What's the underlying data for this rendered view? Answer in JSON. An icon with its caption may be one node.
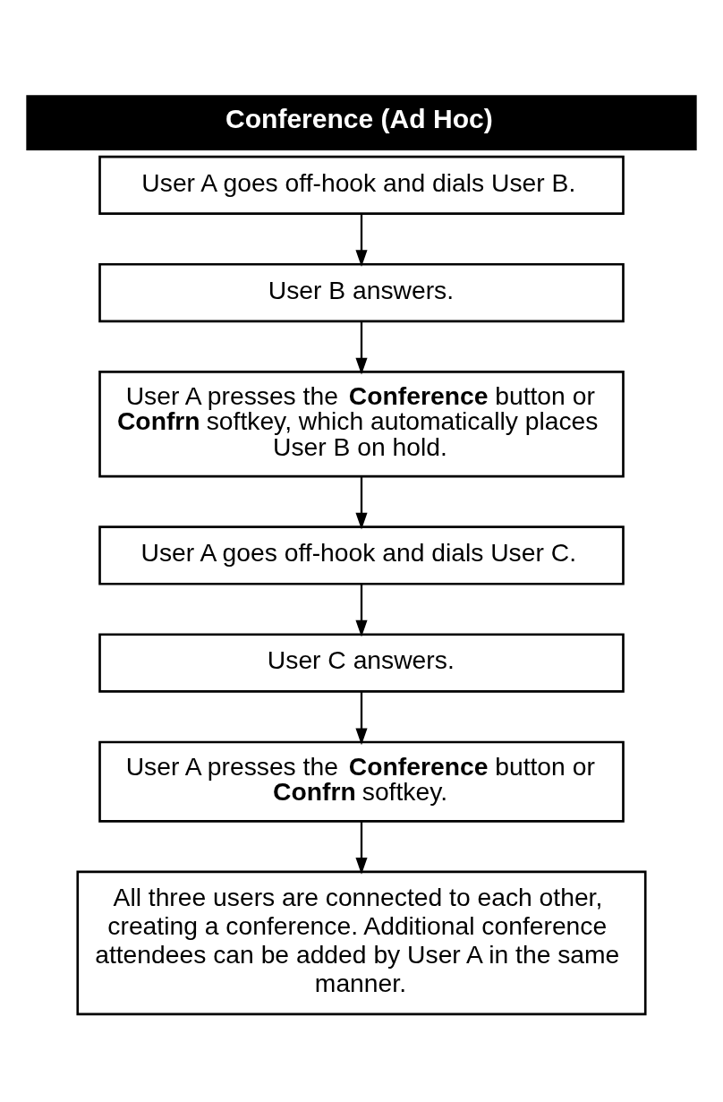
{
  "diagram": {
    "title": "Conference (Ad Hoc)",
    "nodes": [
      {
        "text": [
          "User A goes off-hook and dials User B."
        ]
      },
      {
        "text": [
          "User B answers."
        ]
      },
      {
        "text": [
          "User A presses the **Conference** button or **Confrn** softkey, which automatically places User B on hold."
        ]
      },
      {
        "text": [
          "User A goes off-hook and dials User C."
        ]
      },
      {
        "text": [
          "User C answers."
        ]
      },
      {
        "text": [
          "User A presses the **Conference** button or **Confrn** softkey."
        ]
      },
      {
        "text": [
          "All three users are connected to each other, creating a conference. Additional conference attendees can be added by User A in the same manner."
        ]
      }
    ],
    "edges": [
      {
        "from": 0,
        "to": 1,
        "arrow": "to"
      },
      {
        "from": 1,
        "to": 2,
        "arrow": "to"
      },
      {
        "from": 2,
        "to": 3,
        "arrow": "to"
      },
      {
        "from": 3,
        "to": 4,
        "arrow": "to"
      },
      {
        "from": 4,
        "to": 5,
        "arrow": "to"
      },
      {
        "from": 5,
        "to": 6,
        "arrow": "to"
      }
    ]
  }
}
